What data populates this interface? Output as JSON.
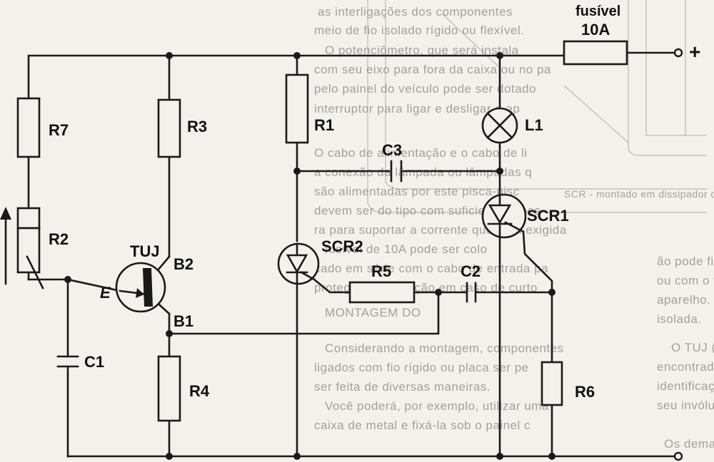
{
  "fuse": {
    "line1": "fusível",
    "line2": "10A"
  },
  "terminal": {
    "plus": "+"
  },
  "labels": {
    "r7": "R7",
    "r3": "R3",
    "r1": "R1",
    "r2": "R2",
    "r4": "R4",
    "r5": "R5",
    "r6": "R6",
    "c1": "C1",
    "c2": "C2",
    "c3": "C3",
    "l1": "L1",
    "scr1": "SCR1",
    "scr2": "SCR2",
    "tuj": "TUJ",
    "e": "E",
    "b1": "B1",
    "b2": "B2"
  },
  "background_text": [
    "as interligações dos componentes",
    "meio de fio isolado rígido ou flexível.",
    "O potenciômetro, que será instala",
    "com seu eixo para fora da caixa ou no pa",
    "pelo painel do veículo pode ser dotado",
    "interruptor para ligar e desligar o ap",
    "O cabo de alimentação e o cabo de li",
    "a conexão da lâmpada ou lâmpadas q",
    "são alimentadas por este pisca-pisc",
    "devem ser do tipo com suficiente espes",
    "ra para suportar a corrente que será exigida",
    "fusível de 10A pode ser colo",
    "cado em série com o cabo de entrada pa",
    "proteger a instalação em caso de curto",
    "MONTAGEM DO",
    "Considerando a montagem, componentes",
    "ligados com fio rígido ou placa ser pe",
    "ser feita de diversas maneiras.",
    "Você poderá, por exemplo, utilizar uma",
    "caixa de metal e fixá-la sob o painel c",
    "SCR - montado em dissipador de calor",
    "ão pode fixar-se junto à fiação com a cai",
    "ou com o veículo em que for instalado o",
    "aparelho. Para tirar desta as incertezas",
    "isolada.",
    "O TUJ (transistor unijunção) pode ser",
    "encontrado de diversas procedências e sua",
    "identificação deve ser feita pela análise de",
    "seu invólucro.",
    "Os demais componentes são todos de"
  ]
}
